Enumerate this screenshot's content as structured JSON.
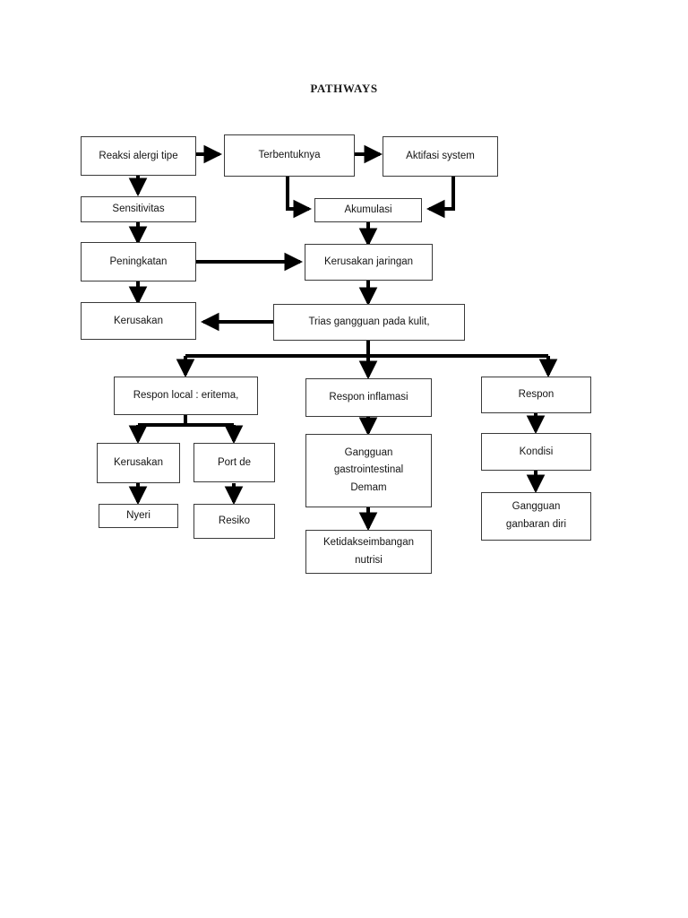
{
  "document": {
    "title": "PATHWAYS",
    "background_color": "#ffffff",
    "box_border_color": "#3a3a3a",
    "text_color": "#141414",
    "arrow_color": "#000000"
  },
  "diagram": {
    "type": "flowchart",
    "orientation": "top-down",
    "nodes": [
      {
        "id": "n1",
        "label": "Reaksi alergi tipe",
        "sub": ""
      },
      {
        "id": "n2",
        "label": "Terbentuknya",
        "sub": ""
      },
      {
        "id": "n3",
        "label": "Aktifasi system",
        "sub": ""
      },
      {
        "id": "n4",
        "label": "Sensitivitas",
        "sub": ""
      },
      {
        "id": "n5",
        "label": "Akumulasi",
        "sub": ""
      },
      {
        "id": "n6",
        "label": "Peningkatan",
        "sub": ""
      },
      {
        "id": "n7",
        "label": "Kerusakan jaringan",
        "sub": ""
      },
      {
        "id": "n8",
        "label": "Kerusakan",
        "sub": ""
      },
      {
        "id": "n9",
        "label": "Trias gangguan pada kulit,",
        "sub": ""
      },
      {
        "id": "n10",
        "label": "Respon local : eritema,",
        "sub": ""
      },
      {
        "id": "n11",
        "label": "Respon inflamasi",
        "sub": ""
      },
      {
        "id": "n12",
        "label": "Respon",
        "sub": ""
      },
      {
        "id": "n13",
        "label": "Kerusakan",
        "sub": ""
      },
      {
        "id": "n14",
        "label": "Port de",
        "sub": ""
      },
      {
        "id": "n15",
        "label": "Gangguan gastrointestinal Demam",
        "line1": "Gangguan",
        "line2": "gastrointestinal",
        "line3": "Demam"
      },
      {
        "id": "n16",
        "label": "Kondisi",
        "sub": ""
      },
      {
        "id": "n17",
        "label": "Nyeri",
        "sub": ""
      },
      {
        "id": "n18",
        "label": "Resiko",
        "sub": ""
      },
      {
        "id": "n19",
        "label": "Ketidakseimbangan nutrisi",
        "line1": "Ketidakseimbangan",
        "line2": "nutrisi"
      },
      {
        "id": "n20",
        "label": "Gangguan ganbaran diri",
        "line1": "Gangguan",
        "line2": "ganbaran diri"
      }
    ],
    "edges": [
      {
        "from": "n1",
        "to": "n2",
        "kind": "horizontal"
      },
      {
        "from": "n2",
        "to": "n3",
        "kind": "horizontal"
      },
      {
        "from": "n1",
        "to": "n4",
        "kind": "vertical"
      },
      {
        "from": "n2",
        "to": "n5",
        "kind": "elbow-down-right"
      },
      {
        "from": "n3",
        "to": "n5",
        "kind": "elbow-down-left"
      },
      {
        "from": "n4",
        "to": "n6",
        "kind": "vertical"
      },
      {
        "from": "n5",
        "to": "n7",
        "kind": "vertical"
      },
      {
        "from": "n6",
        "to": "n7",
        "kind": "horizontal"
      },
      {
        "from": "n6",
        "to": "n8",
        "kind": "vertical"
      },
      {
        "from": "n7",
        "to": "n9",
        "kind": "vertical"
      },
      {
        "from": "n9",
        "to": "n8",
        "kind": "horizontal-left"
      },
      {
        "from": "n9",
        "to": "n10",
        "kind": "bus-branch"
      },
      {
        "from": "n9",
        "to": "n11",
        "kind": "bus-branch"
      },
      {
        "from": "n9",
        "to": "n12",
        "kind": "bus-branch"
      },
      {
        "from": "n10",
        "to": "n13",
        "kind": "bus-branch"
      },
      {
        "from": "n10",
        "to": "n14",
        "kind": "bus-branch"
      },
      {
        "from": "n11",
        "to": "n15",
        "kind": "vertical"
      },
      {
        "from": "n12",
        "to": "n16",
        "kind": "vertical"
      },
      {
        "from": "n13",
        "to": "n17",
        "kind": "vertical"
      },
      {
        "from": "n14",
        "to": "n18",
        "kind": "vertical"
      },
      {
        "from": "n15",
        "to": "n19",
        "kind": "vertical"
      },
      {
        "from": "n16",
        "to": "n20",
        "kind": "vertical"
      }
    ]
  }
}
